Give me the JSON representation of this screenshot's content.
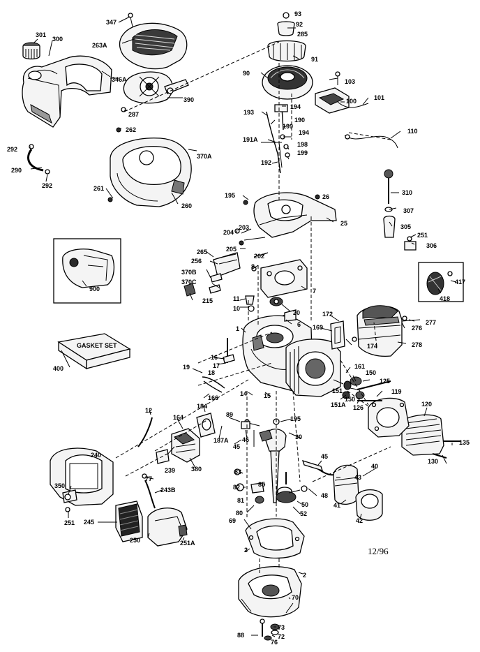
{
  "diagram": {
    "date_code": "12/96",
    "gasket_set_label": "GASKET SET",
    "labels": [
      "347",
      "93",
      "92",
      "285",
      "301",
      "300",
      "263A",
      "91",
      "346A",
      "90",
      "103",
      "100",
      "101",
      "390",
      "287",
      "194",
      "193",
      "190",
      "199",
      "194",
      "110",
      "262",
      "191A",
      "198",
      "199",
      "192",
      "370A",
      "292",
      "290",
      "292",
      "261",
      "260",
      "310",
      "195",
      "26",
      "307",
      "25",
      "305",
      "251",
      "306",
      "204",
      "203",
      "205",
      "265",
      "202",
      "256",
      "8",
      "370B",
      "370C",
      "7",
      "900",
      "417",
      "418",
      "215",
      "11",
      "10",
      "20",
      "6",
      "172",
      "169",
      "276",
      "277",
      "1",
      "278",
      "174",
      "400",
      "16",
      "17",
      "18",
      "161",
      "150",
      "19",
      "125",
      "151",
      "150",
      "151A",
      "126",
      "119",
      "166",
      "14",
      "15",
      "12",
      "184",
      "89",
      "195",
      "120",
      "164",
      "187A",
      "46",
      "45",
      "30",
      "240",
      "380",
      "135",
      "239",
      "45",
      "130",
      "40",
      "83",
      "43",
      "77",
      "82",
      "85",
      "350",
      "243B",
      "81",
      "41",
      "48",
      "50",
      "52",
      "251",
      "80",
      "42",
      "245",
      "69",
      "250",
      "251A",
      "2",
      "2",
      "70",
      "88",
      "73",
      "76",
      "72"
    ]
  }
}
